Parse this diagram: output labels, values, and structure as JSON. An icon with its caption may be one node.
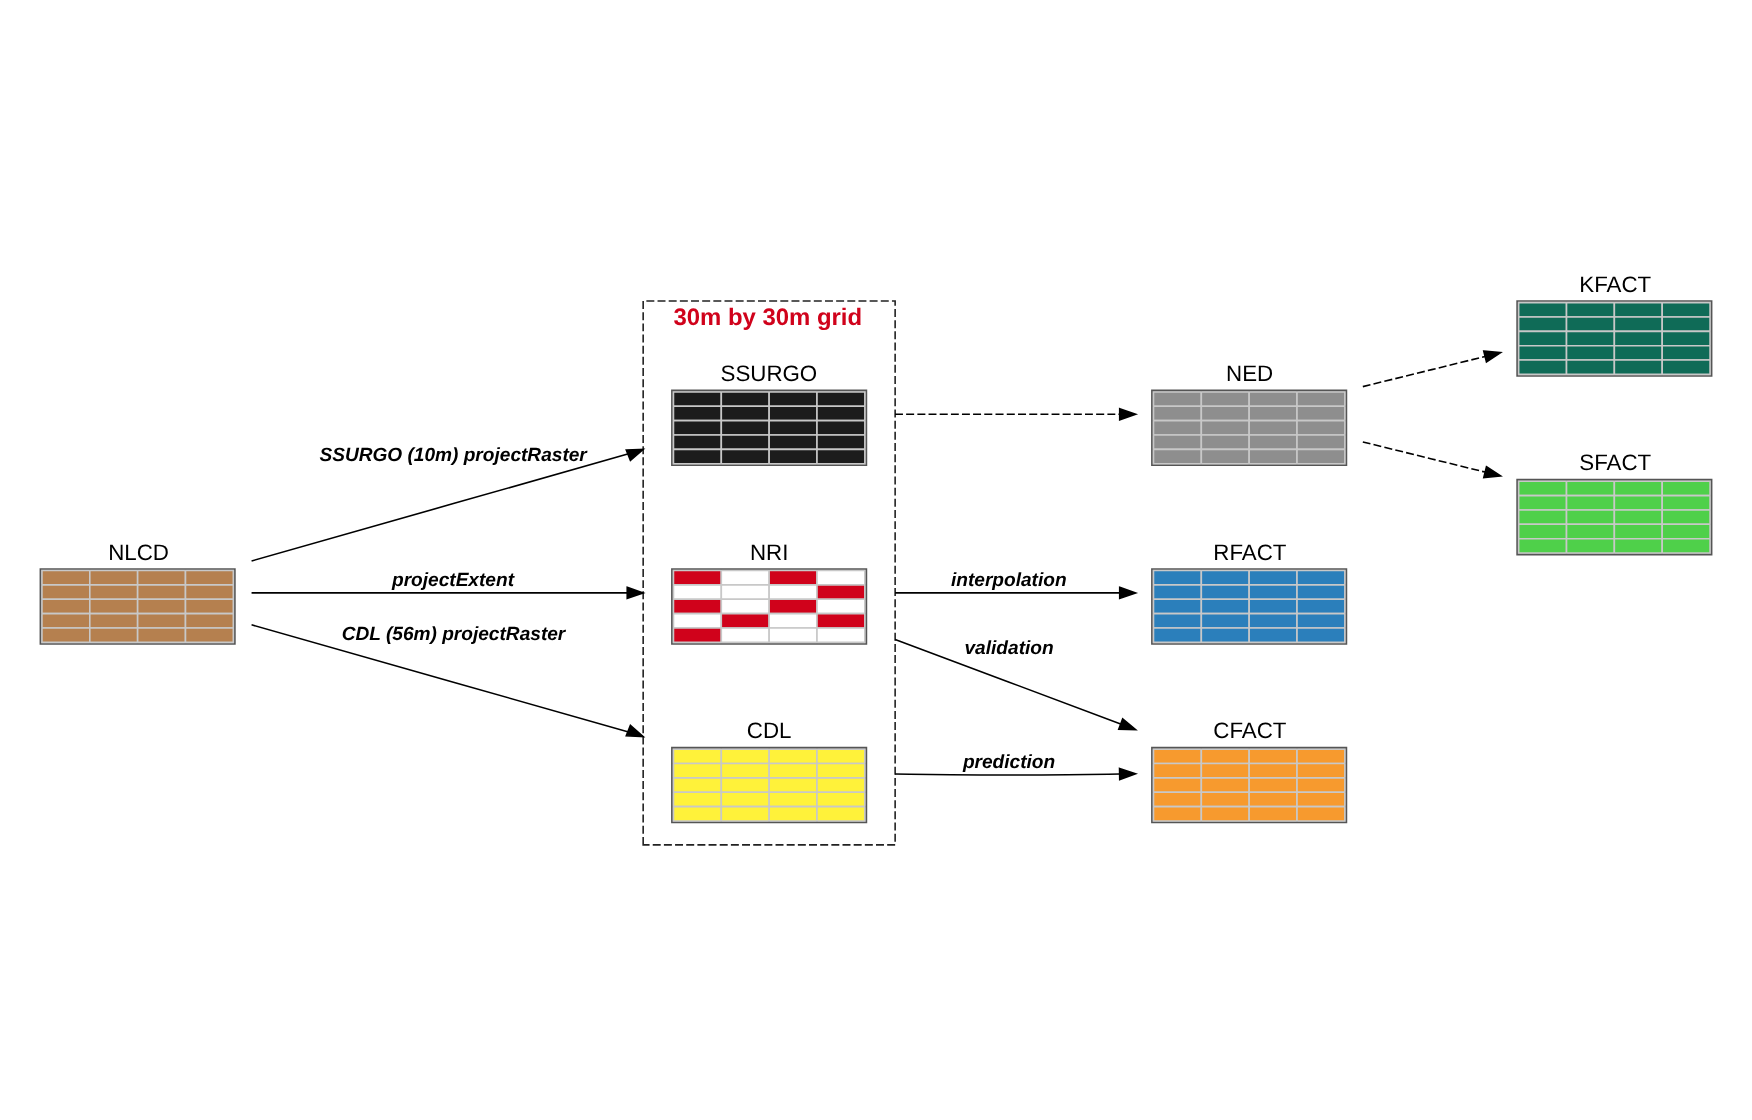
{
  "diagram": {
    "nodes": [
      {
        "text": [
          "30m by 30m grid"
        ]
      },
      {
        "text": [
          "SSURGO"
        ],
        "in": 0
      },
      {
        "text": [
          "NRI"
        ],
        "in": 0
      },
      {
        "text": [
          "CDL"
        ],
        "in": 0
      },
      {
        "text": [
          "NLCD"
        ]
      },
      {
        "text": [
          "NED"
        ]
      },
      {
        "text": [
          "KFACT"
        ]
      },
      {
        "text": [
          "SFACT"
        ]
      },
      {
        "text": [
          "RFACT"
        ]
      },
      {
        "text": [
          "CFACT"
        ]
      }
    ],
    "edges": [
      {
        "from": 4,
        "to": 0,
        "arrow": "to",
        "label": "SSURGO (10m) projectRaster"
      },
      {
        "from": 4,
        "to": 0,
        "arrow": "to",
        "label": "projectExtent"
      },
      {
        "from": 4,
        "to": 0,
        "arrow": "to",
        "label": "CDL (56m) projectRaster"
      },
      {
        "from": 0,
        "to": 5,
        "arrow": "to",
        "style": "dashed"
      },
      {
        "from": 5,
        "to": 6,
        "arrow": "to",
        "style": "dashed"
      },
      {
        "from": 5,
        "to": 7,
        "arrow": "to",
        "style": "dashed"
      },
      {
        "from": 0,
        "to": 8,
        "arrow": "to",
        "label": "interpolation"
      },
      {
        "from": 0,
        "to": 9,
        "arrow": "to",
        "label": "validation"
      },
      {
        "from": 0,
        "to": 9,
        "arrow": "to",
        "label": "prediction"
      }
    ]
  }
}
